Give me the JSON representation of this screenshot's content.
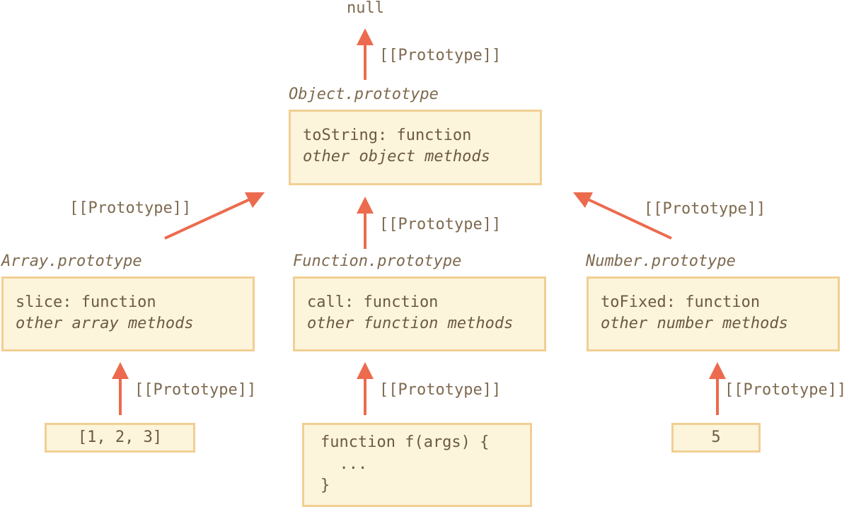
{
  "null_label": "null",
  "proto_label": "[[Prototype]]",
  "colors": {
    "arrow": "#ec6b4e",
    "box_fill": "#fdf4dc",
    "box_border": "#f1cf93",
    "text": "#7e6a4f"
  },
  "object_proto": {
    "title": "Object.prototype",
    "line1": "toString: function",
    "line2": "other object methods"
  },
  "array_proto": {
    "title": "Array.prototype",
    "line1": "slice: function",
    "line2": "other array methods"
  },
  "function_proto": {
    "title": "Function.prototype",
    "line1": "call: function",
    "line2": "other function methods"
  },
  "number_proto": {
    "title": "Number.prototype",
    "line1": "toFixed: function",
    "line2": "other number methods"
  },
  "array_instance": {
    "value": "[1, 2, 3]"
  },
  "function_instance": {
    "line1": "function f(args) {",
    "line2": "  ...",
    "line3": "}"
  },
  "number_instance": {
    "value": "5"
  }
}
